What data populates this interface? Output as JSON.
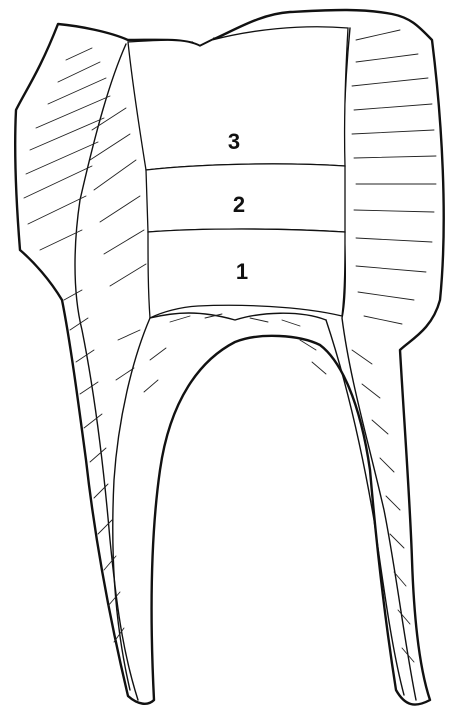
{
  "diagram": {
    "labels": [
      {
        "id": "section-3",
        "text": "3"
      },
      {
        "id": "section-2",
        "text": "2"
      },
      {
        "id": "section-1",
        "text": "1"
      }
    ]
  }
}
